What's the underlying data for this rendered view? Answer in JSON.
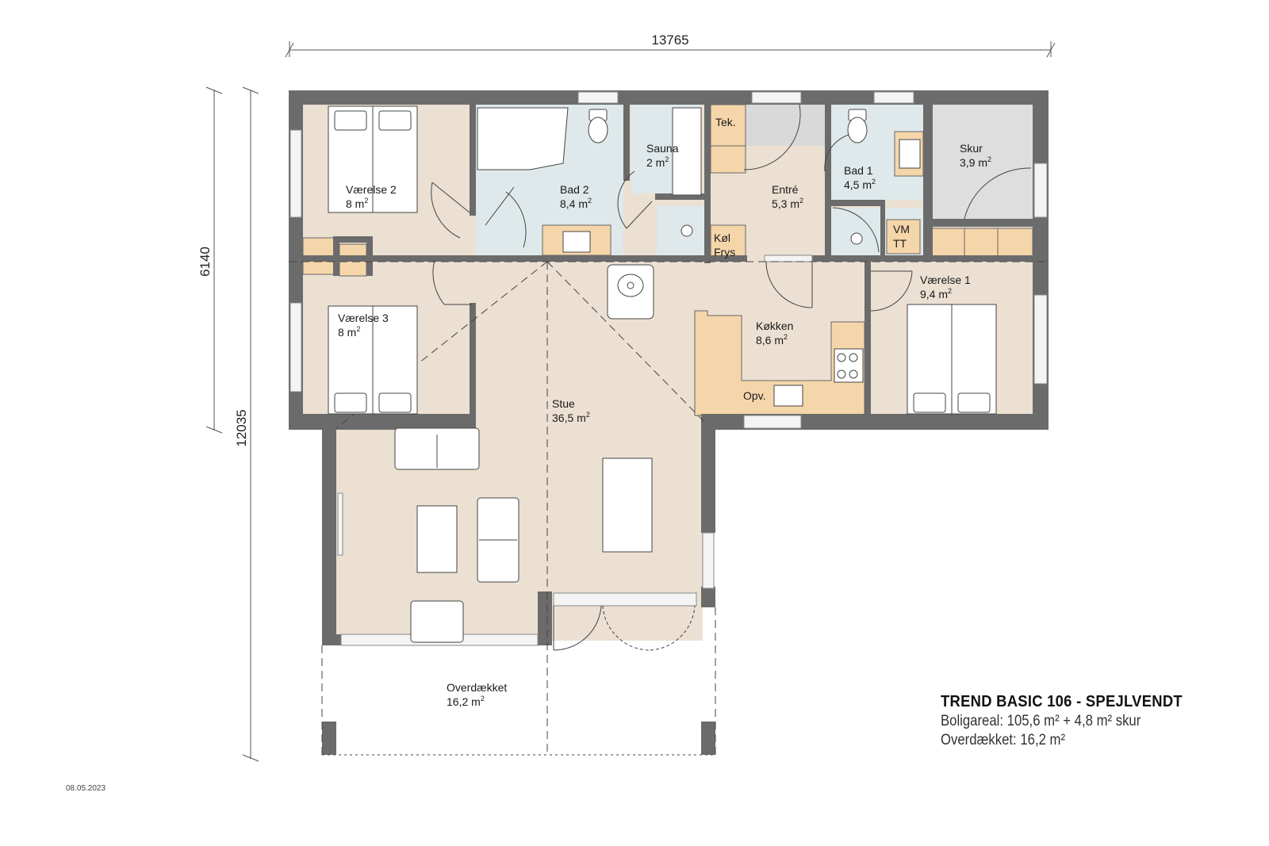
{
  "dimensions": {
    "width_total": "13765",
    "height_upper": "6140",
    "height_total": "12035"
  },
  "colors": {
    "wall": "#6b6b6b",
    "floor_living": "#ebe0d2",
    "floor_wet": "#dfe8ea",
    "floor_shed": "#dedede",
    "cabinet": "#f5d6aa",
    "furniture": "#ffffff",
    "line": "#333333"
  },
  "rooms": [
    {
      "name": "Værelse 2",
      "area": "8 m",
      "sup": "2"
    },
    {
      "name": "Bad 2",
      "area": "8,4 m",
      "sup": "2"
    },
    {
      "name": "Sauna",
      "area": "2 m",
      "sup": "2"
    },
    {
      "name": "Entré",
      "area": "5,3 m",
      "sup": "2"
    },
    {
      "name": "Bad 1",
      "area": "4,5 m",
      "sup": "2"
    },
    {
      "name": "Skur",
      "area": "3,9 m",
      "sup": "2"
    },
    {
      "name": "Værelse 3",
      "area": "8 m",
      "sup": "2"
    },
    {
      "name": "Køkken",
      "area": "8,6 m",
      "sup": "2"
    },
    {
      "name": "Værelse 1",
      "area": "9,4 m",
      "sup": "2"
    },
    {
      "name": "Stue",
      "area": "36,5 m",
      "sup": "2"
    },
    {
      "name": "Overdækket",
      "area": "16,2 m",
      "sup": "2"
    }
  ],
  "fixtures": {
    "tek": "Tek.",
    "kol": "Køl",
    "frys": "Frys",
    "vm": "VM",
    "tt": "TT",
    "opv": "Opv."
  },
  "legend": {
    "title": "TREND BASIC 106 - SPEJLVENDT",
    "living_area": "Boligareal: 105,6 m² + 4,8 m² skur",
    "covered_area": "Overdækket: 16,2 m²"
  },
  "date": "08.05.2023"
}
